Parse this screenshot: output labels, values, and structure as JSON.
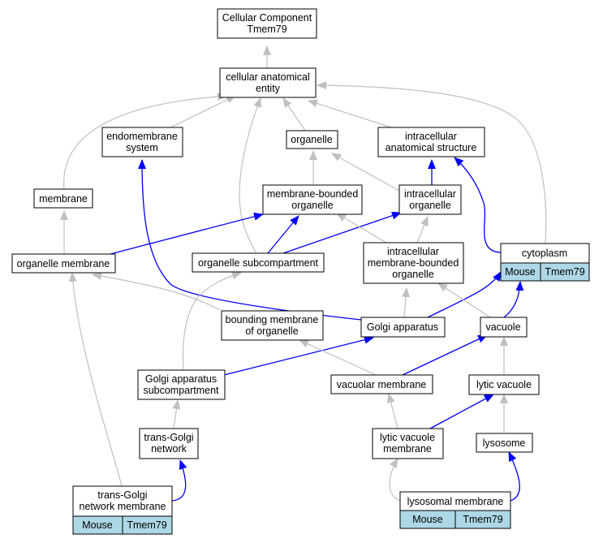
{
  "colors": {
    "gray_edge": "#c0c0c0",
    "blue_edge": "#0000ff",
    "gene_fill": "#add8e6",
    "node_stroke": "#000000"
  },
  "nodes": {
    "root": [
      "Cellular Component",
      "Tmem79"
    ],
    "cae": [
      "cellular anatomical",
      "entity"
    ],
    "endomembrane": [
      "endomembrane",
      "system"
    ],
    "organelle": [
      "organelle"
    ],
    "ias": [
      "intracellular",
      "anatomical structure"
    ],
    "membrane": [
      "membrane"
    ],
    "mbo": [
      "membrane-bounded",
      "organelle"
    ],
    "io": [
      "intracellular",
      "organelle"
    ],
    "om": [
      "organelle membrane"
    ],
    "osub": [
      "organelle subcompartment"
    ],
    "imbo": [
      "intracellular",
      "membrane-bounded",
      "organelle"
    ],
    "cytoplasm": [
      "cytoplasm"
    ],
    "bmo": [
      "bounding membrane",
      "of organelle"
    ],
    "golgi": [
      "Golgi apparatus"
    ],
    "vacuole": [
      "vacuole"
    ],
    "gasub": [
      "Golgi apparatus",
      "subcompartment"
    ],
    "vm": [
      "vacuolar membrane"
    ],
    "lv": [
      "lytic vacuole"
    ],
    "tgn": [
      "trans-Golgi",
      "network"
    ],
    "lvm": [
      "lytic vacuole",
      "membrane"
    ],
    "lysosome": [
      "lysosome"
    ],
    "tgnm": [
      "trans-Golgi",
      "network membrane"
    ],
    "lm": [
      "lysosomal membrane"
    ]
  },
  "annotations": {
    "cytoplasm": {
      "species": "Mouse",
      "gene": "Tmem79"
    },
    "tgnm": {
      "species": "Mouse",
      "gene": "Tmem79"
    },
    "lm": {
      "species": "Mouse",
      "gene": "Tmem79"
    }
  },
  "edges": [
    {
      "from": "cae",
      "to": "root",
      "type": "is_a"
    },
    {
      "from": "endomembrane",
      "to": "cae",
      "type": "is_a"
    },
    {
      "from": "organelle",
      "to": "cae",
      "type": "is_a"
    },
    {
      "from": "ias",
      "to": "cae",
      "type": "is_a"
    },
    {
      "from": "membrane",
      "to": "cae",
      "type": "is_a"
    },
    {
      "from": "osub",
      "to": "cae",
      "type": "is_a"
    },
    {
      "from": "cytoplasm",
      "to": "cae",
      "type": "is_a"
    },
    {
      "from": "mbo",
      "to": "organelle",
      "type": "is_a"
    },
    {
      "from": "io",
      "to": "organelle",
      "type": "is_a"
    },
    {
      "from": "io",
      "to": "ias",
      "type": "part_of"
    },
    {
      "from": "cytoplasm",
      "to": "ias",
      "type": "part_of"
    },
    {
      "from": "om",
      "to": "membrane",
      "type": "is_a"
    },
    {
      "from": "om",
      "to": "mbo",
      "type": "part_of"
    },
    {
      "from": "osub",
      "to": "mbo",
      "type": "part_of"
    },
    {
      "from": "osub",
      "to": "io",
      "type": "part_of"
    },
    {
      "from": "imbo",
      "to": "mbo",
      "type": "is_a"
    },
    {
      "from": "imbo",
      "to": "io",
      "type": "is_a"
    },
    {
      "from": "bmo",
      "to": "om",
      "type": "is_a"
    },
    {
      "from": "golgi",
      "to": "endomembrane",
      "type": "part_of"
    },
    {
      "from": "golgi",
      "to": "imbo",
      "type": "is_a"
    },
    {
      "from": "golgi",
      "to": "cytoplasm",
      "type": "part_of"
    },
    {
      "from": "vacuole",
      "to": "imbo",
      "type": "is_a"
    },
    {
      "from": "vacuole",
      "to": "cytoplasm",
      "type": "part_of"
    },
    {
      "from": "gasub",
      "to": "osub",
      "type": "is_a"
    },
    {
      "from": "gasub",
      "to": "golgi",
      "type": "part_of"
    },
    {
      "from": "vm",
      "to": "bmo",
      "type": "is_a"
    },
    {
      "from": "vm",
      "to": "vacuole",
      "type": "part_of"
    },
    {
      "from": "lv",
      "to": "vacuole",
      "type": "is_a"
    },
    {
      "from": "tgn",
      "to": "gasub",
      "type": "is_a"
    },
    {
      "from": "lvm",
      "to": "vm",
      "type": "is_a"
    },
    {
      "from": "lvm",
      "to": "lv",
      "type": "part_of"
    },
    {
      "from": "lysosome",
      "to": "lv",
      "type": "is_a"
    },
    {
      "from": "tgnm",
      "to": "om",
      "type": "is_a"
    },
    {
      "from": "tgnm",
      "to": "tgn",
      "type": "part_of"
    },
    {
      "from": "lm",
      "to": "lvm",
      "type": "is_a"
    },
    {
      "from": "lm",
      "to": "lysosome",
      "type": "part_of"
    }
  ]
}
